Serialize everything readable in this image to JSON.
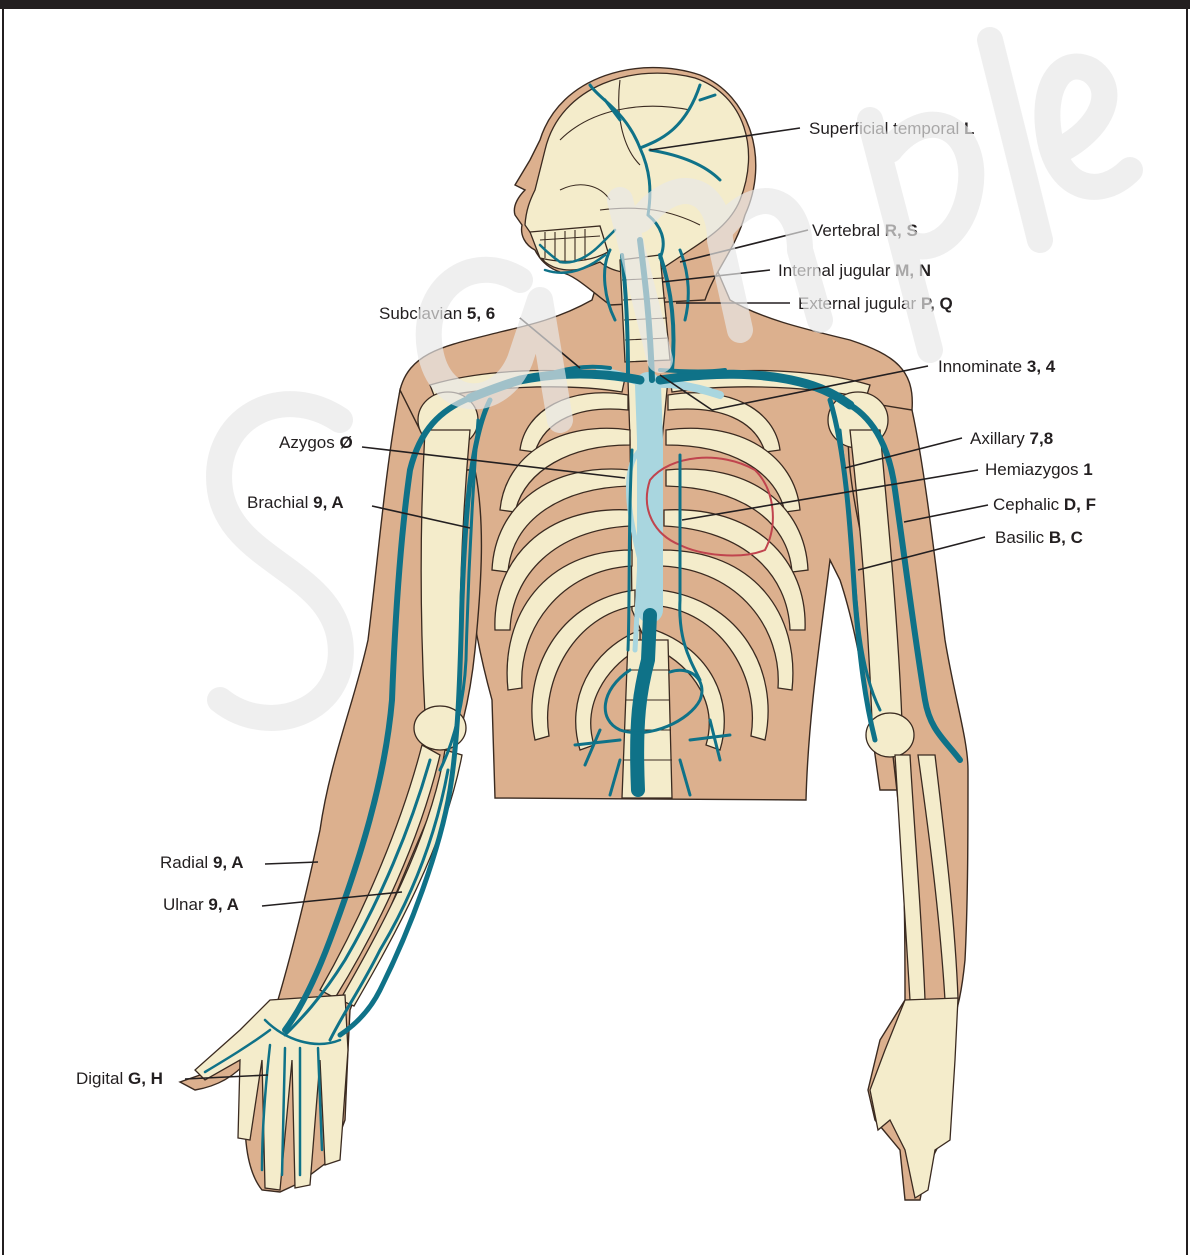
{
  "labels": {
    "superficial_temporal": {
      "name": "Superficial temporal",
      "code": "L"
    },
    "vertebral": {
      "name": "Vertebral",
      "code": "R, S"
    },
    "internal_jugular": {
      "name": "Internal jugular",
      "code": "M, N"
    },
    "external_jugular": {
      "name": "External jugular",
      "code": "P, Q"
    },
    "subclavian": {
      "name": "Subclavian",
      "code": "5, 6"
    },
    "innominate": {
      "name": "Innominate",
      "code": "3, 4"
    },
    "azygos": {
      "name": "Azygos",
      "code": "Ø"
    },
    "axillary": {
      "name": "Axillary",
      "code": "7,8"
    },
    "hemiazygos": {
      "name": "Hemiazygos",
      "code": "1"
    },
    "brachial": {
      "name": "Brachial",
      "code": "9, A"
    },
    "cephalic": {
      "name": "Cephalic",
      "code": "D, F"
    },
    "basilic": {
      "name": "Basilic",
      "code": "B, C"
    },
    "radial": {
      "name": "Radial",
      "code": "9, A"
    },
    "ulnar": {
      "name": "Ulnar",
      "code": "9, A"
    },
    "digital": {
      "name": "Digital",
      "code": "G, H"
    }
  },
  "watermark": "Sample",
  "colors": {
    "vein": "#0f7288",
    "vein_light": "#a9d6df",
    "skin": "#dcb08e",
    "bone": "#f4eccb",
    "heart_outline": "#c0444e"
  }
}
